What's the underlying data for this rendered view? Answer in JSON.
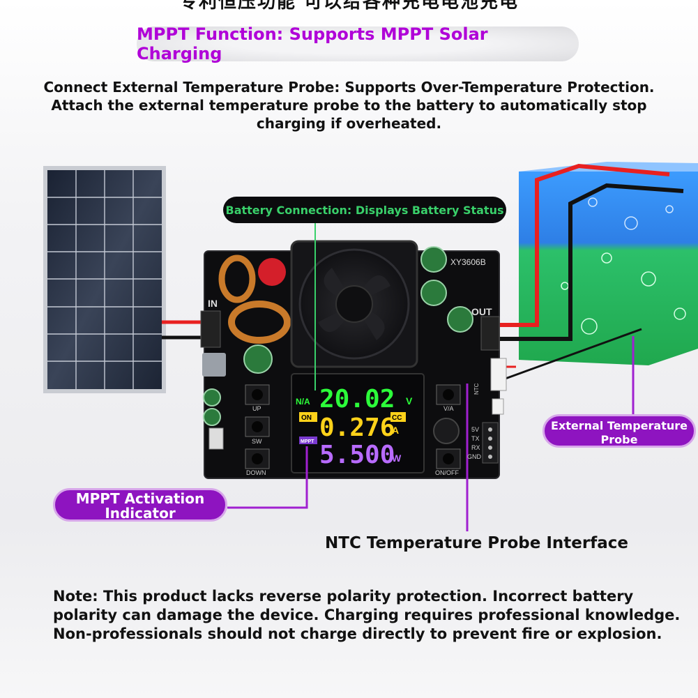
{
  "header": {
    "cut_text": "专利恒压功能 可以给各种充电电池充电",
    "mppt_banner": "MPPT Function: Supports MPPT Solar Charging"
  },
  "intro": {
    "line1": "Connect External Temperature Probe: Supports Over-Temperature Protection.",
    "line2": "Attach the external temperature probe to the battery to automatically stop",
    "line3": "charging if overheated."
  },
  "callouts": {
    "battery_connection": "Battery Connection: Displays Battery Status",
    "external_probe_line1": "External Temperature",
    "external_probe_line2": "Probe",
    "mppt_indicator_line1": "MPPT Activation",
    "mppt_indicator_line2": "Indicator",
    "ntc_interface": "NTC Temperature Probe Interface"
  },
  "board": {
    "model": "XY3606B",
    "in_label": "IN",
    "out_label": "OUT",
    "ntc_label": "NTC",
    "buttons": {
      "up": "UP",
      "sw": "SW",
      "down": "DOWN",
      "va": "V/A",
      "onoff": "ON/OFF"
    },
    "pins": [
      "5V",
      "TX",
      "RX",
      "GND"
    ]
  },
  "display": {
    "voltage": "20.02",
    "voltage_unit": "V",
    "current": "0.276",
    "current_unit": "A",
    "power": "5.500",
    "power_unit": "W",
    "on_badge": "ON",
    "cc_badge": "CC",
    "mppt_badge": "MPPT",
    "na_label": "N/A"
  },
  "note": {
    "text": "Note: This product lacks reverse polarity protection. Incorrect battery polarity can damage the device. Charging requires professional knowledge. Non-professionals should not charge directly to prevent fire or explosion."
  },
  "colors": {
    "accent_purple": "#8e14c0",
    "banner_text": "#b000d8",
    "battery_label_green": "#39d06a",
    "lcd_green": "#2cff3a",
    "lcd_yellow": "#ffd21a",
    "lcd_purple": "#b86bff"
  }
}
